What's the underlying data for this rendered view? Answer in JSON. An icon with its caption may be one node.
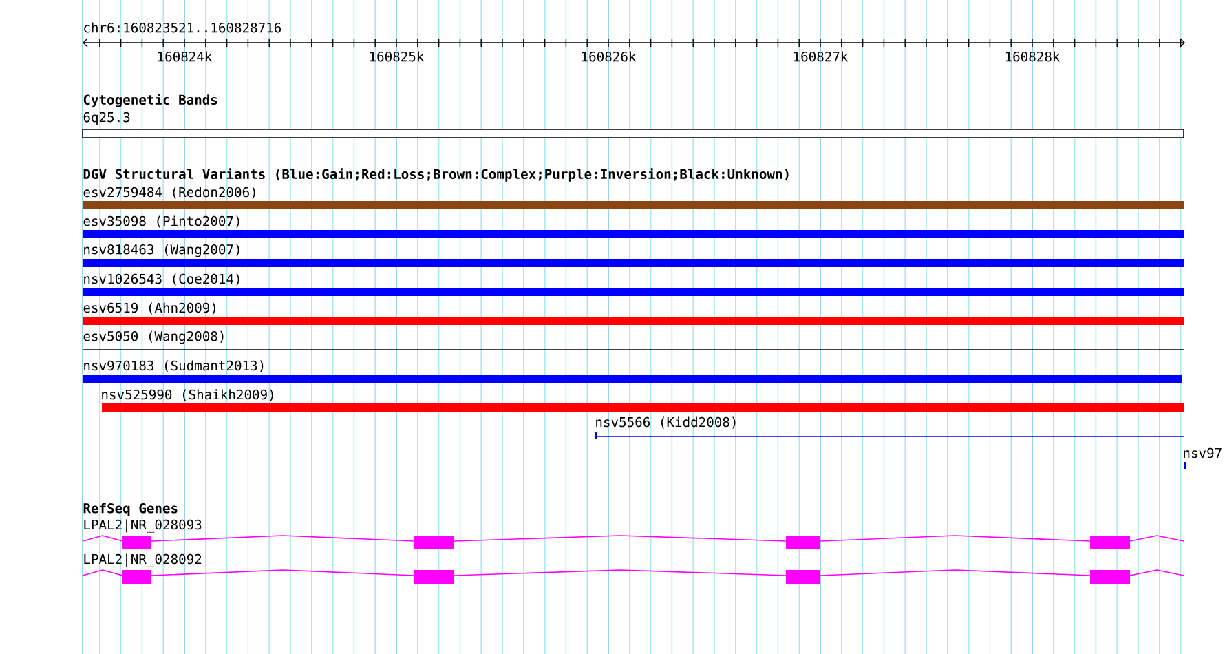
{
  "diagram": {
    "title": "chr6:160823521..160828716",
    "nodes": [
      {
        "text": [
          "6q25.3"
        ]
      },
      {
        "text": [
          "esv2759484 (Redon2006)"
        ]
      },
      {
        "text": [
          "esv35098 (Pinto2007)"
        ]
      },
      {
        "text": [
          "nsv818463 (Wang2007)"
        ]
      },
      {
        "text": [
          "nsv1026543 (Coe2014)"
        ]
      },
      {
        "text": [
          "esv6519 (Ahn2009)"
        ]
      },
      {
        "text": [
          "esv5050 (Wang2008)"
        ]
      },
      {
        "text": [
          "nsv970183 (Sudmant2013)"
        ]
      },
      {
        "text": [
          "nsv525990 (Shaikh2009)"
        ]
      },
      {
        "text": [
          "nsv5566 (Kidd2008)"
        ]
      },
      {
        "text": [
          "nsv97"
        ]
      },
      {
        "text": [
          "LPAL2|NR_028093"
        ]
      },
      {
        "text": [
          "LPAL2|NR_028092"
        ]
      }
    ],
    "labels": [
      "160824k",
      "160825k",
      "160826k",
      "160827k",
      "160828k",
      "Cytogenetic Bands",
      "DGV Structural Variants (Blue:Gain;Red:Loss;Brown:Complex;Purple:Inversion;Black:Unknown)",
      "RefSeq Genes"
    ]
  }
}
